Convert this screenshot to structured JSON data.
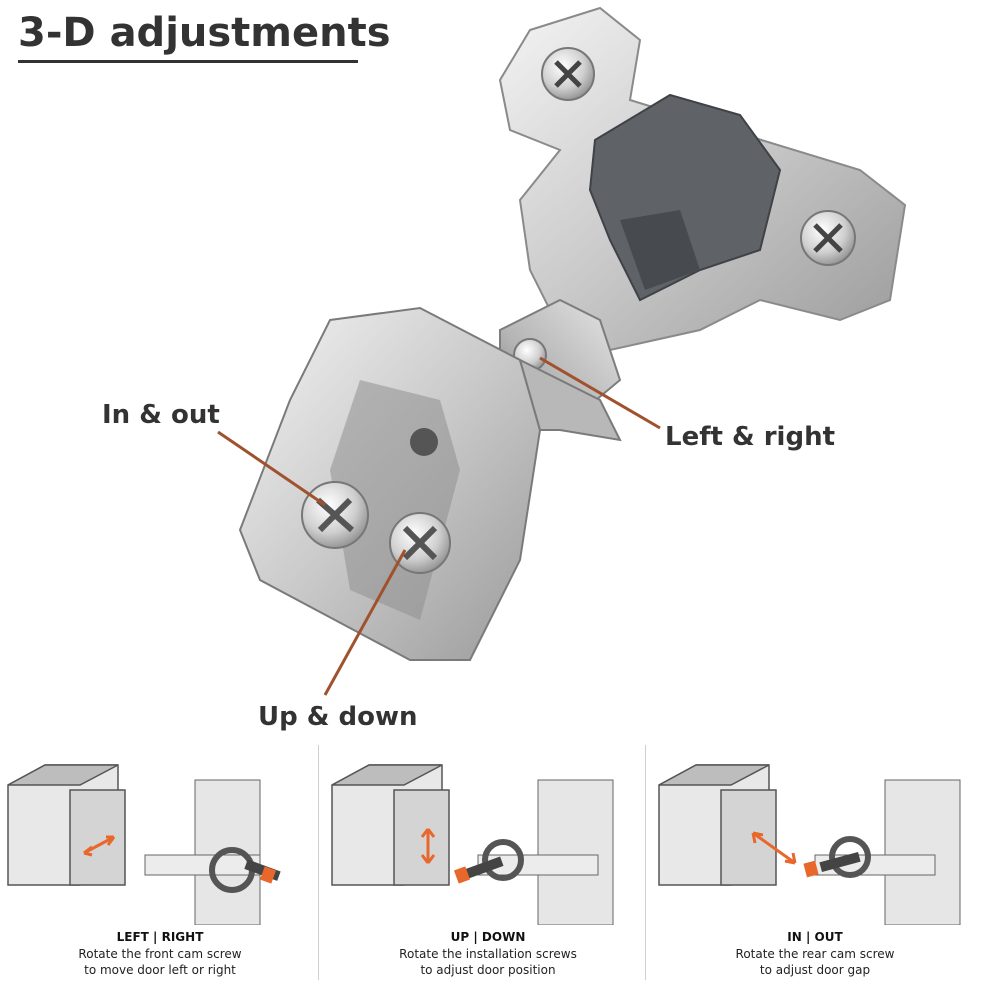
{
  "title": "3-D adjustments",
  "callouts": {
    "in_out": "In & out",
    "left_right": "Left & right",
    "up_down": "Up & down"
  },
  "panels": [
    {
      "title": "LEFT | RIGHT",
      "line1": "Rotate the front cam screw",
      "line2": "to move door left or right"
    },
    {
      "title": "UP | DOWN",
      "line1": "Rotate the installation screws",
      "line2": "to adjust door position"
    },
    {
      "title": "IN | OUT",
      "line1": "Rotate the rear cam screw",
      "line2": "to adjust door gap"
    }
  ],
  "colors": {
    "accent": "#e8672a",
    "callout_line": "#a0522d",
    "metal": "#d9d9d9",
    "cover": "#555a60"
  }
}
